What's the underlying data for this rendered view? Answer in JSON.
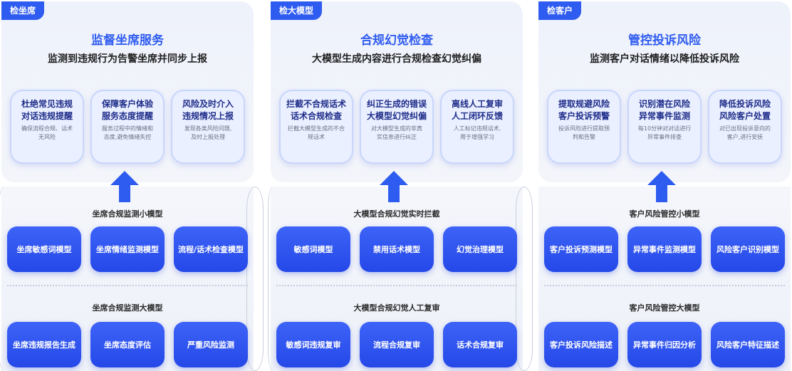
{
  "columns": [
    {
      "tag": "检坐席",
      "title": "监督坐席服务",
      "subtitle": "监测到违规行为告警坐席并同步上报",
      "features": [
        {
          "title": "杜绝常见违规\n对话违规提醒",
          "desc": "确保流程合规、话术\n无风险"
        },
        {
          "title": "保障客户体验\n服务态度提醒",
          "desc": "服务过程中的情绪和\n态度,避免情绪失控"
        },
        {
          "title": "风险及时介入\n违规情况上报",
          "desc": "发现各类风险问题,\n及时上报处理"
        }
      ],
      "group1_title": "坐席合规监测小模型",
      "group1_models": [
        "坐席敏感词模型",
        "坐席情绪监测模型",
        "流程/话术检查模型"
      ],
      "group2_title": "坐席合规监测大模型",
      "group2_models": [
        "坐席违规报告生成",
        "坐席态度评估",
        "严重风险监测"
      ]
    },
    {
      "tag": "检大模型",
      "title": "合规幻觉检查",
      "subtitle": "大模型生成内容进行合规检查幻觉纠偏",
      "features": [
        {
          "title": "拦截不合规话术\n话术合规检查",
          "desc": "拦截大模型生成的不合\n规话术"
        },
        {
          "title": "纠正生成的错误\n大模型幻觉纠偏",
          "desc": "对大模型生成的非真\n实信息进行纠正"
        },
        {
          "title": "离线人工复审\n人工闭环反馈",
          "desc": "人工标记违规话术,\n用于增强学习"
        }
      ],
      "group1_title": "大模型合规幻觉实时拦截",
      "group1_models": [
        "敏感词模型",
        "禁用话术模型",
        "幻觉治理模型"
      ],
      "group2_title": "大模型合规幻觉人工复审",
      "group2_models": [
        "敏感词违规复审",
        "流程合规复审",
        "话术合规复审"
      ]
    },
    {
      "tag": "检客户",
      "title": "管控投诉风险",
      "subtitle": "监测客户对话情绪以降低投诉风险",
      "features": [
        {
          "title": "提取规避风险\n客户投诉预警",
          "desc": "投诉风险进行提取预\n判和告警"
        },
        {
          "title": "识别潜在风险\n异常事件监测",
          "desc": "每10分钟对对话进行\n异常事件排查"
        },
        {
          "title": "降低投诉风险\n风险客户处置",
          "desc": "对已出现投诉意向的\n客户,进行安抚"
        }
      ],
      "group1_title": "客户风险管控小模型",
      "group1_models": [
        "客户投诉预测模型",
        "异常事件监测模型",
        "风险客户识别模型"
      ],
      "group2_title": "客户风险管控大模型",
      "group2_models": [
        "客户投诉风险描述",
        "异常事件归因分析",
        "风险客户特征描述"
      ]
    }
  ],
  "colors": {
    "accent": "#2f5cf0",
    "model_button": "#2f52ee",
    "card_bg": "#eef2fb"
  },
  "icons": {
    "connector": "up-arrow-icon"
  }
}
